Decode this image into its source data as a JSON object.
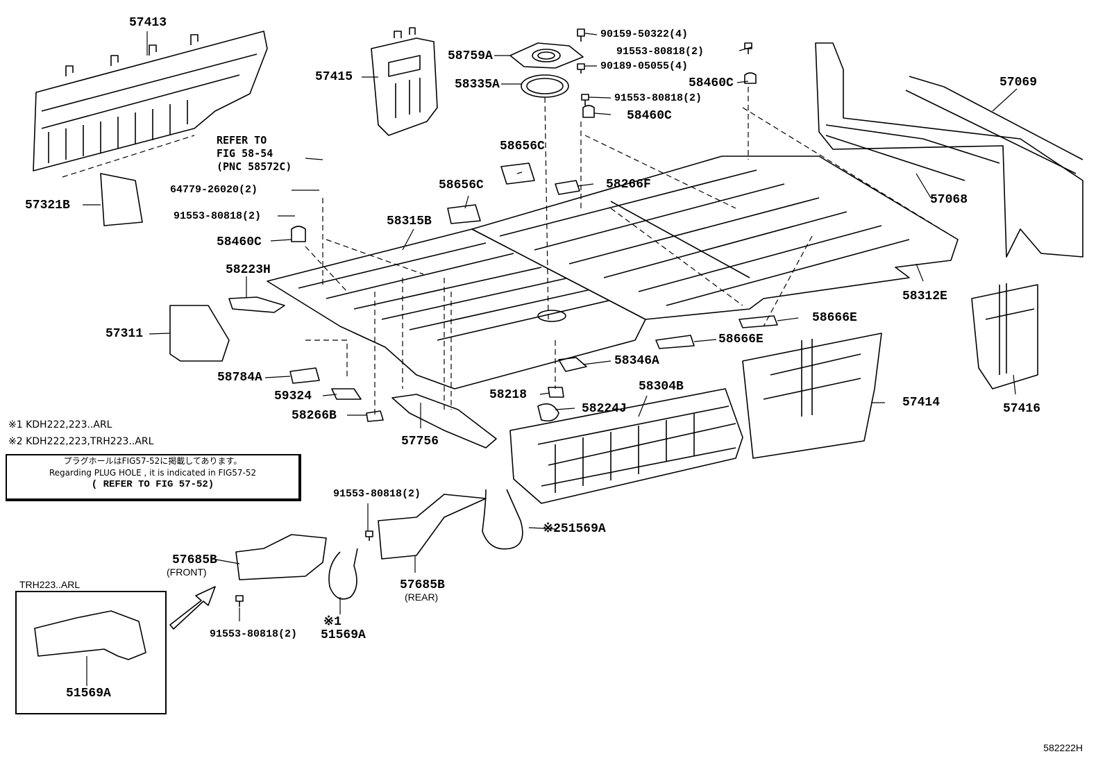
{
  "labels": {
    "p57413": "57413",
    "p57415": "57415",
    "p58759a": "58759A",
    "p58335a": "58335A",
    "p90159": "90159-50322(4)",
    "p91553a": "91553-80818(2)",
    "p90189": "90189-05055(4)",
    "p58460c_a": "58460C",
    "p91553b": "91553-80818(2)",
    "p58460c_b": "58460C",
    "p57069": "57069",
    "p57068": "57068",
    "p58656c_a": "58656C",
    "p58656c_b": "58656C",
    "p58266f": "58266F",
    "p57321b": "57321B",
    "p64779": "64779-26020(2)",
    "p91553c": "91553-80818(2)",
    "p58460c_c": "58460C",
    "p58315b": "58315B",
    "p58223h": "58223H",
    "p58312e": "58312E",
    "p57311": "57311",
    "p58666e_a": "58666E",
    "p58666e_b": "58666E",
    "p58346a": "58346A",
    "p58784a": "58784A",
    "p58304b": "58304B",
    "p57414": "57414",
    "p57416": "57416",
    "p59324": "59324",
    "p58218": "58218",
    "p58224j": "58224J",
    "p58266b": "58266B",
    "p57756": "57756",
    "p91553d": "91553-80818(2)",
    "p51569a_b": "51569A",
    "p57685b_f": "57685B",
    "p57685b_r": "57685B",
    "p91553e": "91553-80818(2)",
    "p51569a_a": "51569A",
    "p51569a_c": "51569A",
    "mark2": "※2",
    "mark1": "※1"
  },
  "refer": {
    "line1": "REFER TO",
    "line2": "FIG 58-54",
    "line3": "(PNC 58572C)"
  },
  "notes": {
    "n1": "※1 KDH222,223..ARL",
    "n2": "※2 KDH222,223,TRH223..ARL"
  },
  "plug_box": {
    "jp": "プラグホールはFIG57-52に掲載してあります。",
    "en": "Regarding PLUG HOLE , it is indicated in FIG57-52",
    "ref": "( REFER TO FIG 57-52)"
  },
  "sub": {
    "front": "(FRONT)",
    "rear": "(REAR)",
    "inset_title": "TRH223..ARL"
  },
  "code": "582222H"
}
